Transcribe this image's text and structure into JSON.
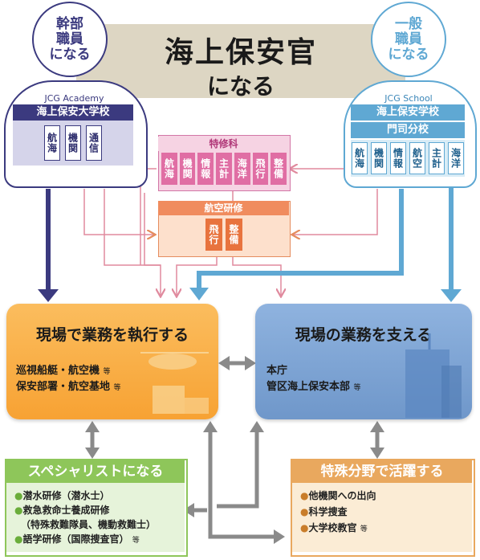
{
  "title": "海上保安官",
  "subtitle": "になる",
  "left_person": {
    "head": [
      "幹部",
      "職員",
      "になる"
    ],
    "label": "JCG Academy",
    "school": "海上保安大学校",
    "courses": [
      "航海",
      "機関",
      "通信"
    ]
  },
  "right_person": {
    "head": [
      "一般",
      "職員",
      "になる"
    ],
    "label": "JCG School",
    "school": "海上保安学校",
    "branch": "門司分校",
    "courses": [
      "航海",
      "機関",
      "情報",
      "航空",
      "主計",
      "海洋"
    ]
  },
  "tokushu_ka": {
    "title": "特修科",
    "courses": [
      "航海",
      "機関",
      "情報",
      "主計",
      "海洋",
      "飛行",
      "整備"
    ]
  },
  "koku_kenshu": {
    "title": "航空研修",
    "courses": [
      "飛行",
      "整備"
    ]
  },
  "field_execute": {
    "title": "現場で業務を執行する",
    "line1": "巡視船艇・航空機",
    "line1_suffix": "等",
    "line2": "保安部署・航空基地",
    "line2_suffix": "等"
  },
  "field_support": {
    "title": "現場の業務を支える",
    "line1": "本庁",
    "line2": "管区海上保安本部",
    "line2_suffix": "等"
  },
  "specialist": {
    "title": "スペシャリストになる",
    "items": [
      "潜水研修（潜水士）",
      "救急救命士養成研修",
      "（特殊救難隊員、機動救難士）",
      "語学研修（国際捜査官）"
    ],
    "last_suffix": "等"
  },
  "special_field": {
    "title": "特殊分野で活躍する",
    "items": [
      "他機関への出向",
      "科学捜査",
      "大学校教官"
    ],
    "last_suffix": "等"
  },
  "colors": {
    "navy": "#3b3a7f",
    "blue": "#5fa8d3",
    "pink": "#e06ea4",
    "orange": "#e8733e",
    "field_orange": "#f7a233",
    "field_blue": "#6f97ca",
    "green": "#8ec65a",
    "tan": "#e9a85e",
    "gray_arrow": "#8a8a8a"
  }
}
